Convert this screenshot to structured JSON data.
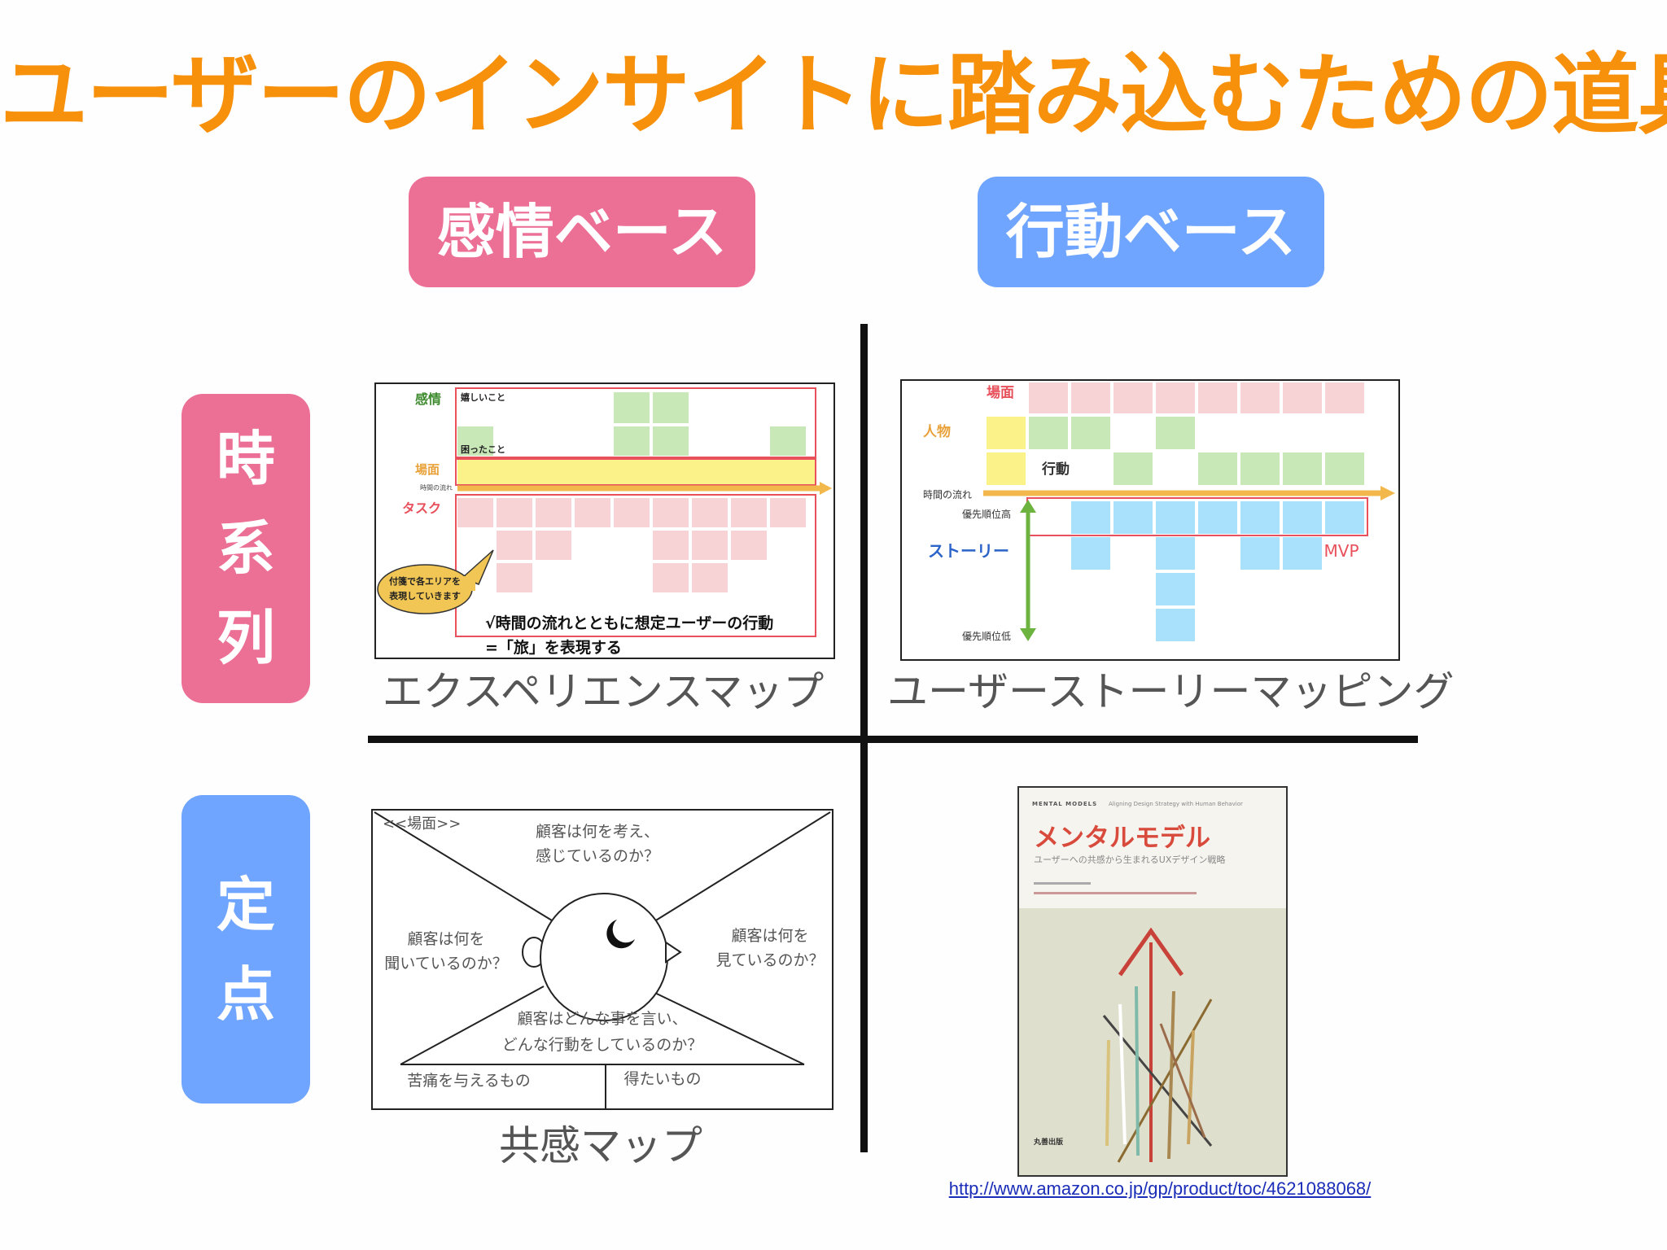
{
  "title": "ユーザーのインサイトに踏み込むための道具",
  "columns": {
    "emotion": "感情ベース",
    "action": "行動ベース"
  },
  "rows": {
    "time_series": [
      "時",
      "系",
      "列"
    ],
    "fixed_point": [
      "定",
      "点"
    ]
  },
  "experience_map": {
    "caption": "エクスペリエンスマップ",
    "emotion_label": "感情",
    "happy_label": "嬉しいこと",
    "trouble_label": "困ったこと",
    "scene_label": "場面",
    "time_flow_label": "時間の流れ",
    "task_label": "タスク",
    "bubble_line1": "付箋で各エリアを",
    "bubble_line2": "表現していきます",
    "note_line1": "√時間の流れとともに想定ユーザーの行動",
    "note_line2": "=「旅」を表現する",
    "colors": {
      "green": "#c9e8b8",
      "yellow": "#fbf38a",
      "pink": "#f8d3d6",
      "red": "#e8505b"
    }
  },
  "story_mapping": {
    "caption": "ユーザーストーリーマッピング",
    "scene_label": "場面",
    "person_label": "人物",
    "action_label": "行動",
    "time_flow_label": "時間の流れ",
    "priority_high": "優先順位高",
    "story_label": "ストーリー",
    "mvp_label": "MVP",
    "priority_low": "優先順位低",
    "colors": {
      "blue": "#a9e0fb",
      "green": "#c9e8b8",
      "yellow": "#fbf38a",
      "pink": "#f8d3d6",
      "arrow": "#6db33f"
    }
  },
  "empathy_map": {
    "caption": "共感マップ",
    "scene_label": "<<場面>>",
    "think_line1": "顧客は何を考え、",
    "think_line2": "感じているのか？",
    "hear_line1": "顧客は何を",
    "hear_line2": "聞いているのか？",
    "see_line1": "顧客は何を",
    "see_line2": "見ているのか？",
    "say_line1": "顧客はどんな事を言い、",
    "say_line2": "どんな行動をしているのか？",
    "pain_label": "苦痛を与えるもの",
    "gain_label": "得たいもの"
  },
  "mental_model": {
    "series_label": "MENTAL MODELS",
    "series_subtitle": "Aligning Design Strategy with Human Behavior",
    "book_title": "メンタルモデル",
    "book_subtitle": "ユーザーへの共感から生まれるUXデザイン戦略",
    "publisher": "丸善出版",
    "link": "http://www.amazon.co.jp/gp/product/toc/4621088068/"
  }
}
